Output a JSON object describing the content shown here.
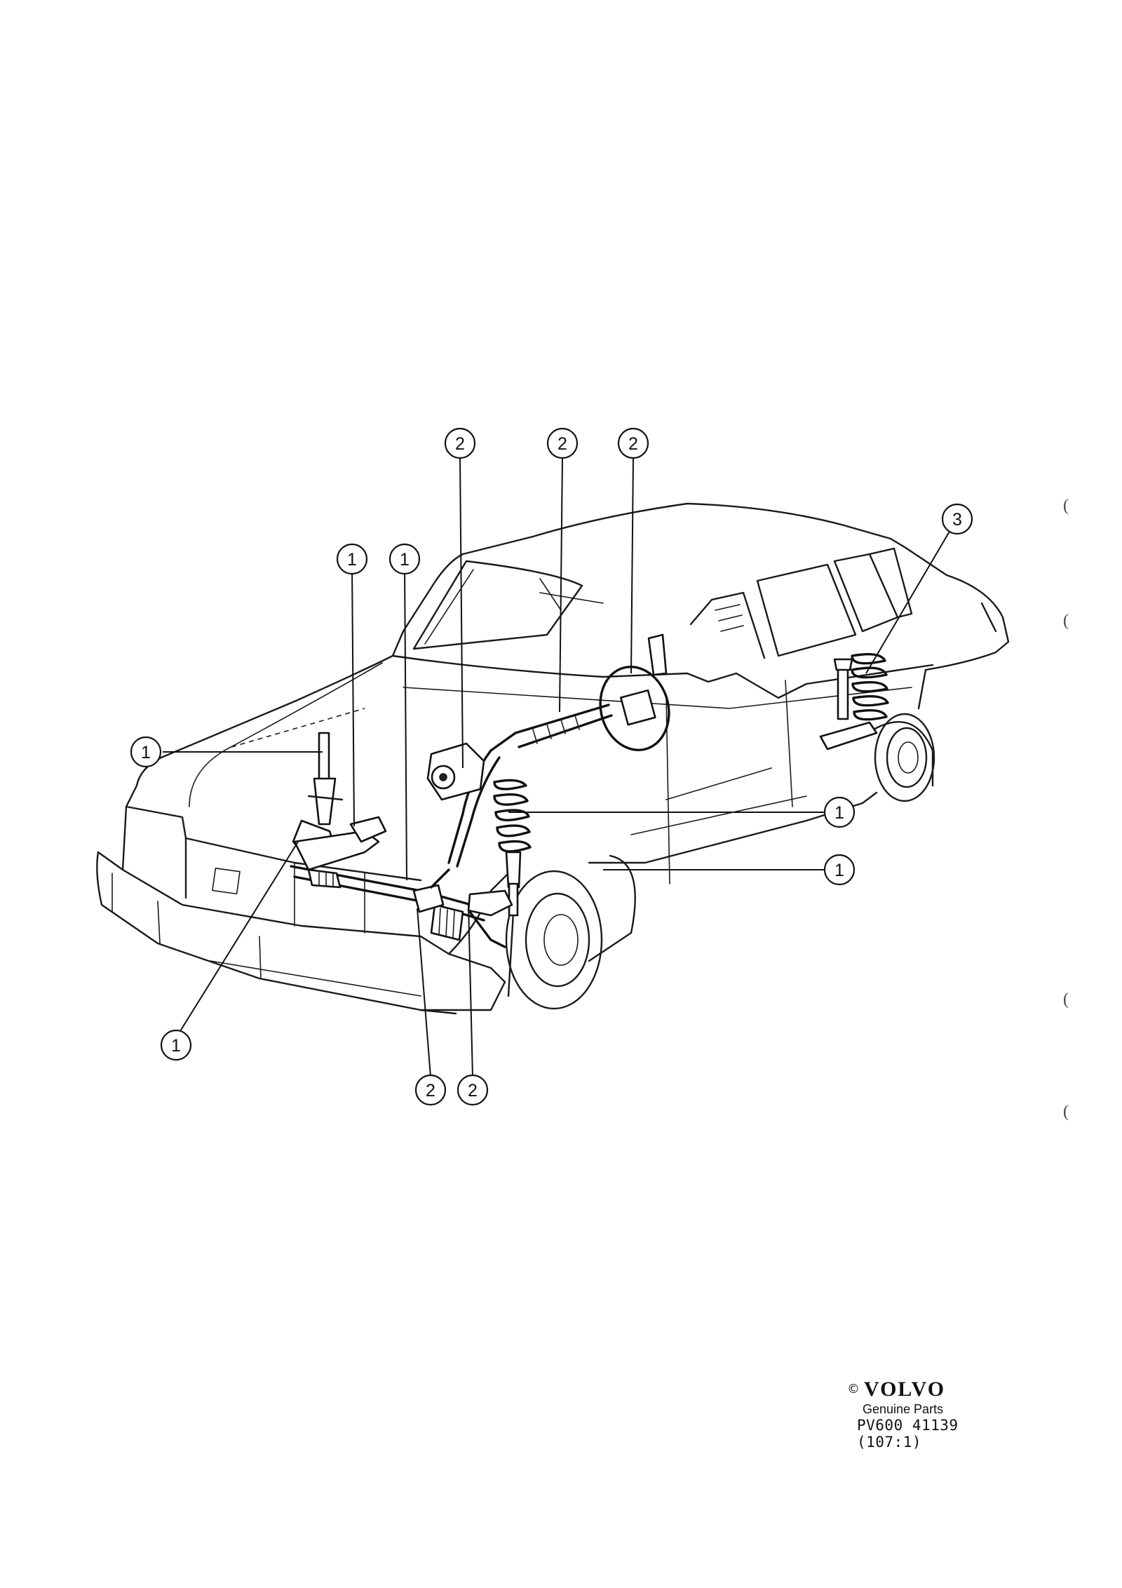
{
  "callouts": [
    {
      "id": "c1",
      "label": "2"
    },
    {
      "id": "c2",
      "label": "2"
    },
    {
      "id": "c3",
      "label": "2"
    },
    {
      "id": "c4",
      "label": "3"
    },
    {
      "id": "c5",
      "label": "1"
    },
    {
      "id": "c6",
      "label": "1"
    },
    {
      "id": "c7",
      "label": "1"
    },
    {
      "id": "c8",
      "label": "1"
    },
    {
      "id": "c9",
      "label": "1"
    },
    {
      "id": "c10",
      "label": "1"
    },
    {
      "id": "c11",
      "label": "2"
    },
    {
      "id": "c12",
      "label": "2"
    }
  ],
  "brand": {
    "copyright": "©",
    "logo": "VOLVO",
    "tagline": "Genuine Parts",
    "part_code": "PV600 41139",
    "page_ref": "(107:1)"
  },
  "margin_marks": [
    "(",
    "(",
    "(",
    "("
  ],
  "colors": {
    "ink": "#111111",
    "paper": "#ffffff"
  }
}
